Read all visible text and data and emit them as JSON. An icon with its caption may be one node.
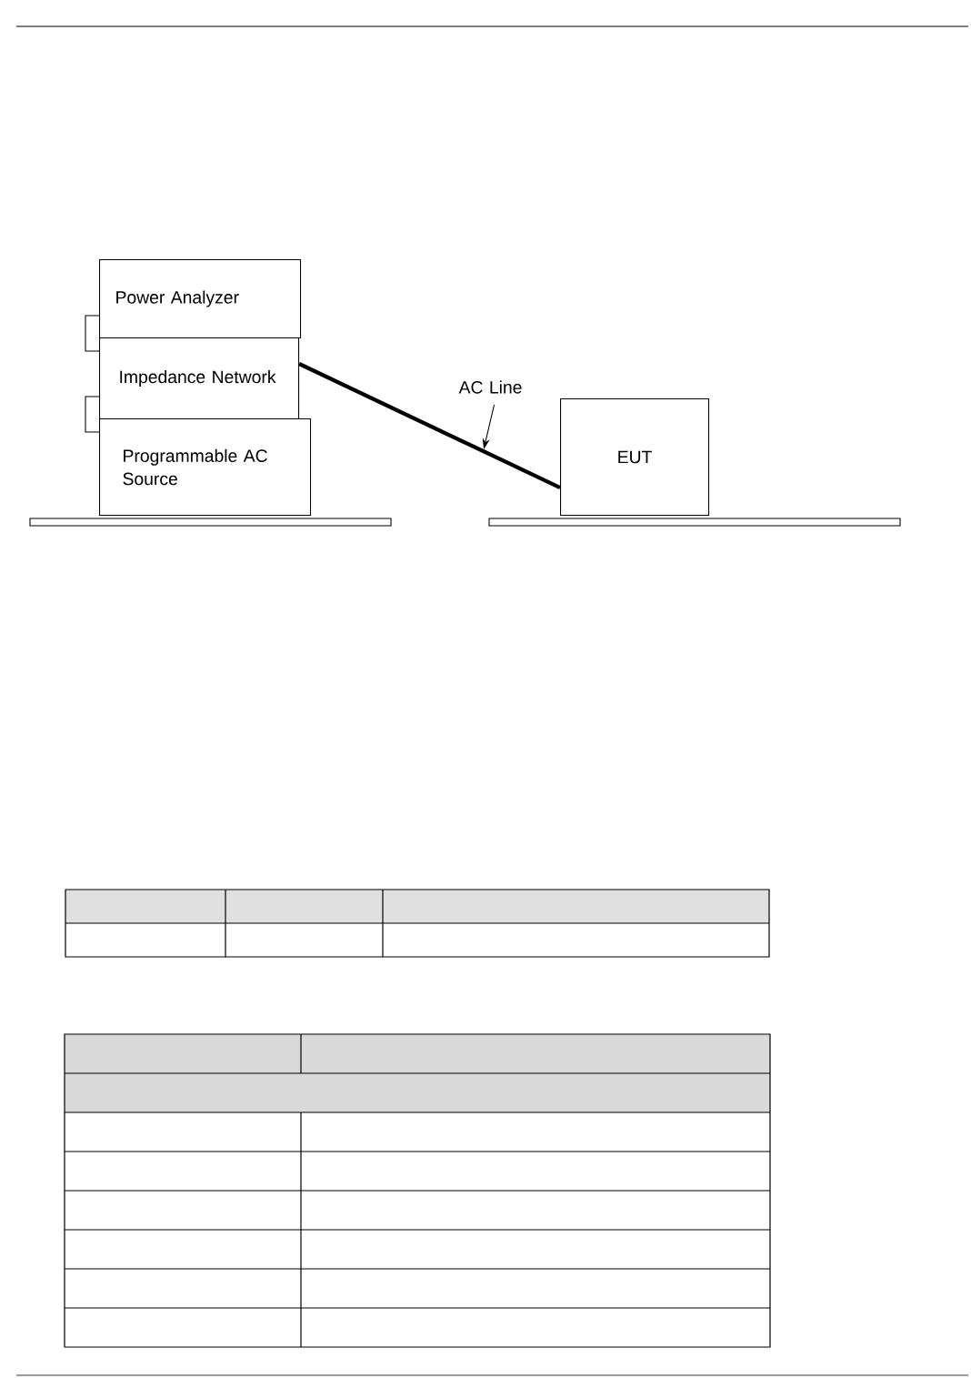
{
  "diagram": {
    "nodes": [
      {
        "text": [
          "Power Analyzer"
        ]
      },
      {
        "text": [
          "Impedance Network"
        ]
      },
      {
        "text": [
          "Programmable AC Source"
        ]
      },
      {
        "text": [
          "EUT"
        ]
      },
      {
        "text": [
          "AC Line"
        ]
      }
    ],
    "edges": [
      {
        "from": 1,
        "to": 3,
        "arrow": "none",
        "style": "thick"
      },
      {
        "from": 4,
        "to": null,
        "arrow": "to"
      },
      {
        "from": 0,
        "to": 1,
        "arrow": "none"
      },
      {
        "from": 1,
        "to": 2,
        "arrow": "none"
      }
    ]
  }
}
